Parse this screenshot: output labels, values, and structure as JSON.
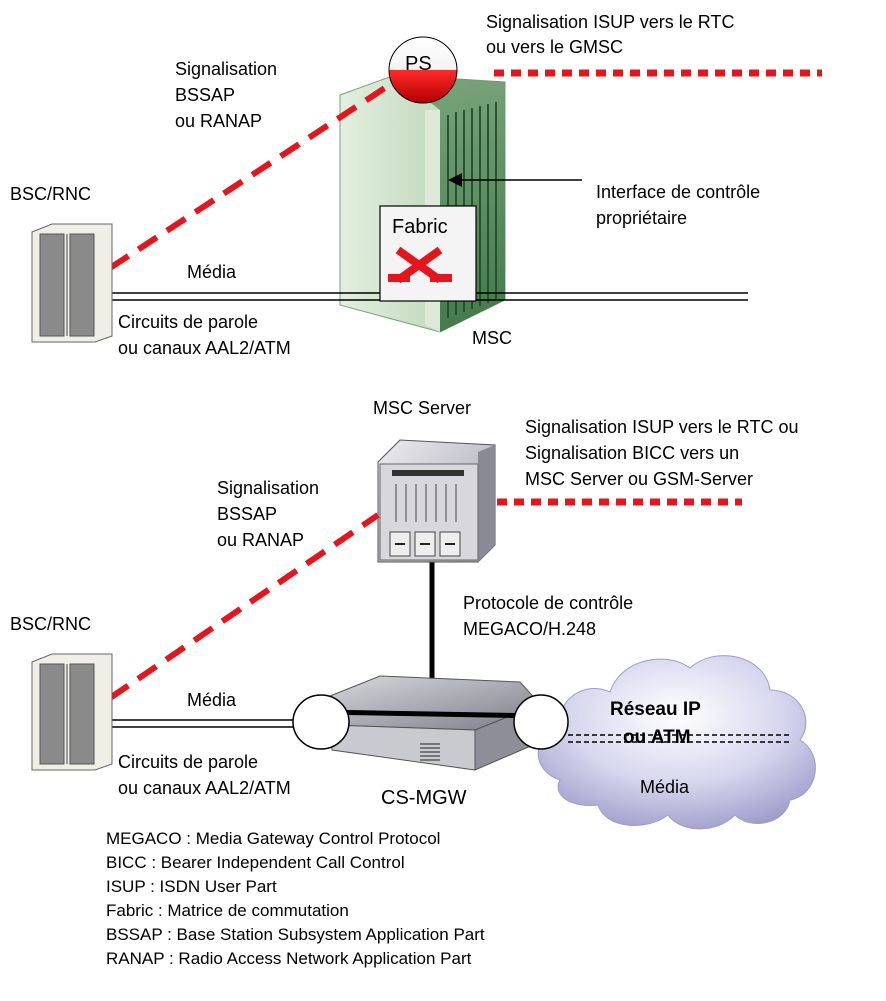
{
  "top": {
    "ps_label": "PS",
    "isup_line1": "Signalisation ISUP vers le RTC",
    "isup_line2": "ou vers le GMSC",
    "sig_line1": "Signalisation",
    "sig_line2": "BSSAP",
    "sig_line3": "ou RANAP",
    "bsc_label": "BSC/RNC",
    "interface_line1": "Interface de contrôle",
    "interface_line2": "propriétaire",
    "fabric_label": "Fabric",
    "media_label": "Média",
    "circuits_line1": "Circuits de parole",
    "circuits_line2": "ou canaux AAL2/ATM",
    "msc_label": "MSC"
  },
  "bottom": {
    "server_label": "MSC Server",
    "sig_right_line1": "Signalisation ISUP vers le RTC ou",
    "sig_right_line2": "Signalisation BICC vers un",
    "sig_right_line3": "MSC Server ou GSM-Server",
    "sig_line1": "Signalisation",
    "sig_line2": "BSSAP",
    "sig_line3": "ou RANAP",
    "bsc_label": "BSC/RNC",
    "protocol_line1": "Protocole de contrôle",
    "protocol_line2": "MEGACO/H.248",
    "cloud_line1": "Réseau IP",
    "cloud_line2": "ou ATM",
    "cloud_media": "Média",
    "media_label": "Média",
    "circuits_line1": "Circuits de parole",
    "circuits_line2": "ou canaux AAL2/ATM",
    "mgw_label": "CS-MGW"
  },
  "legend": [
    "MEGACO : Media Gateway Control Protocol",
    "BICC : Bearer Independent Call Control",
    "ISUP : ISDN User Part",
    "Fabric : Matrice de commutation",
    "BSSAP : Base Station Subsystem Application Part",
    "RANAP : Radio Access Network Application Part"
  ],
  "colors": {
    "signalling_red": "#e8141b",
    "msc_green": "#cfe3c8",
    "cloud_fill": "#c9c9e6"
  }
}
